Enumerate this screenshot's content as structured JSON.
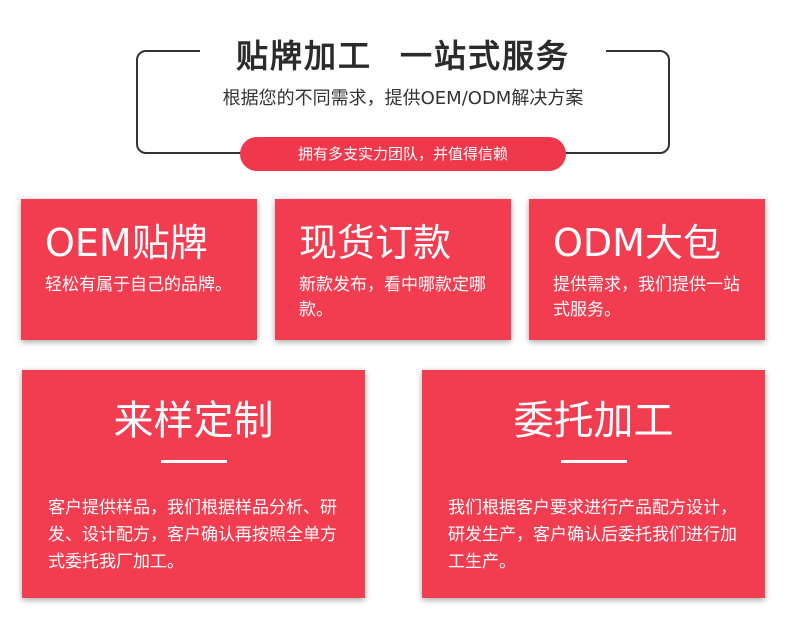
{
  "header": {
    "title_left": "贴牌加工",
    "title_right": "一站式服务",
    "subtitle": "根据您的不同需求，提供OEM/ODM解决方案",
    "pill": "拥有多支实力团队，并值得信赖"
  },
  "colors": {
    "card_bg": "#f23c50",
    "pill_bg": "#f0384d",
    "frame": "#333333"
  },
  "cards": [
    {
      "title": "OEM贴牌",
      "text": "轻松有属于自己的品牌。"
    },
    {
      "title": "现货订款",
      "text": "新款发布，看中哪款定哪款。"
    },
    {
      "title": "ODM大包",
      "text": "提供需求，我们提供一站式服务。"
    },
    {
      "title": "来样定制",
      "text": "客户提供样品，我们根据样品分析、研发、设计配方，客户确认再按照全单方式委托我厂加工。"
    },
    {
      "title": "委托加工",
      "text": "我们根据客户要求进行产品配方设计，研发生产，客户确认后委托我们进行加工生产。"
    }
  ]
}
